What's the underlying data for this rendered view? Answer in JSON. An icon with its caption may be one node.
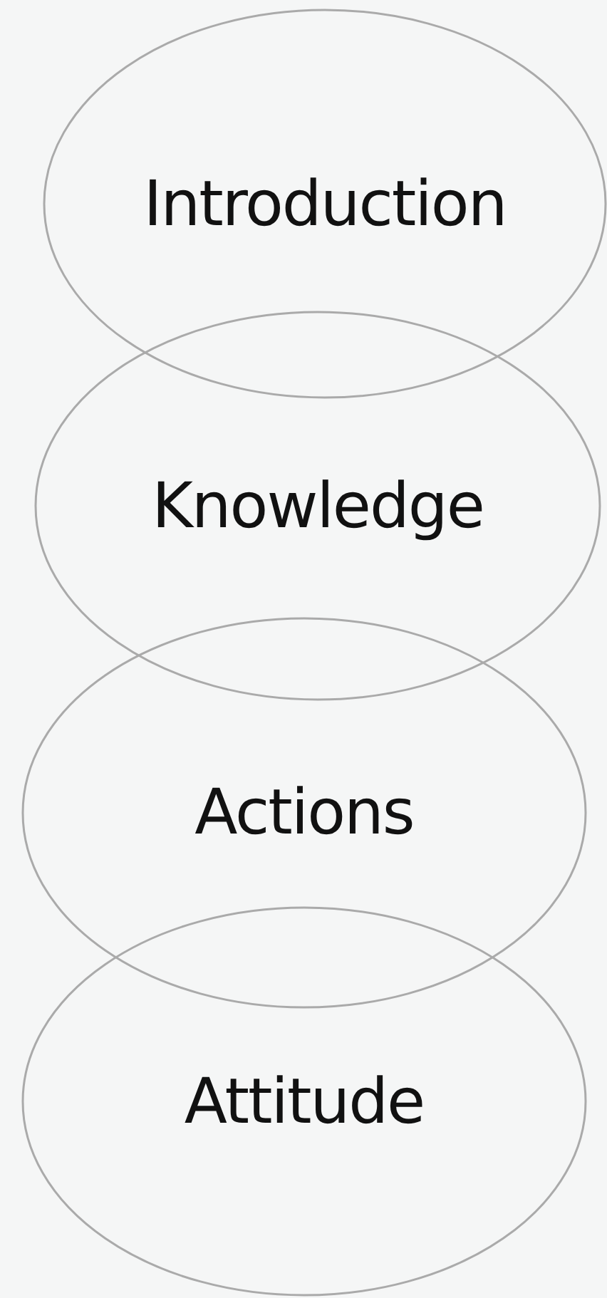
{
  "diagram": {
    "nodes": [
      {
        "text": [
          "Introduction"
        ]
      },
      {
        "text": [
          "Knowledge"
        ]
      },
      {
        "text": [
          "Actions"
        ]
      },
      {
        "text": [
          "Attitude"
        ]
      }
    ]
  }
}
